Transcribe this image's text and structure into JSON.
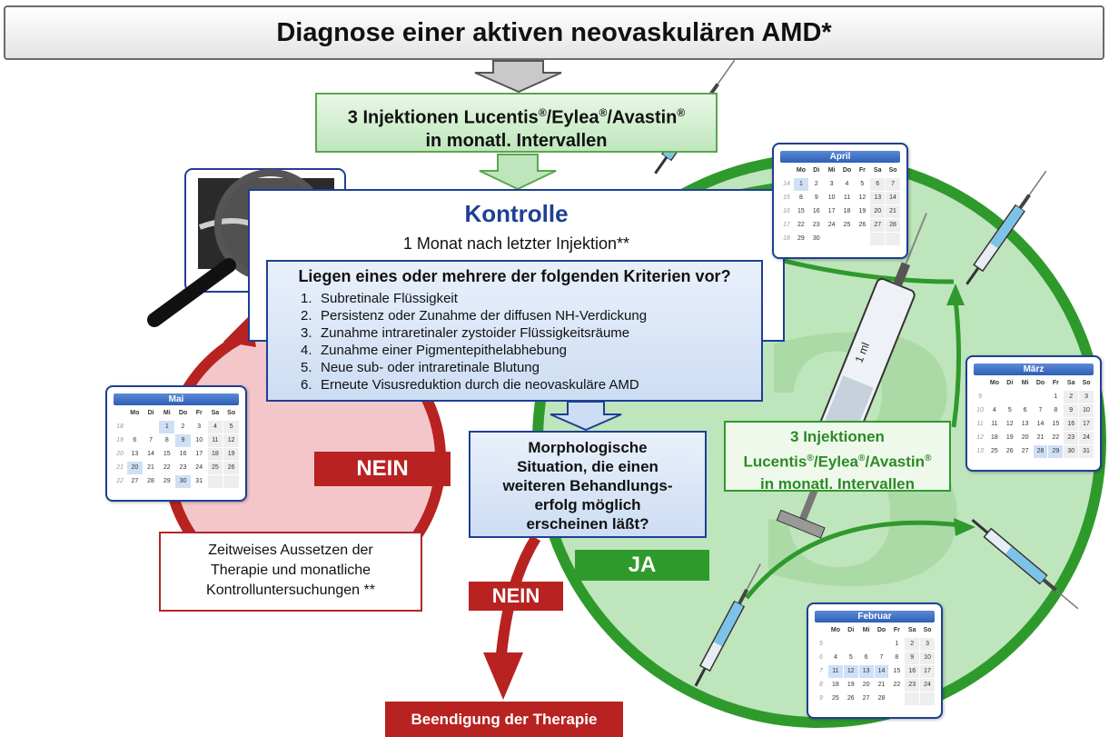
{
  "title": "Diagnose einer aktiven neovaskulären AMD*",
  "injections_top": {
    "line1_a": "3 Injektionen Lucentis",
    "line1_b": "/Eylea",
    "line1_c": "/Avastin",
    "reg": "®",
    "line2": "in monatl. Intervallen"
  },
  "kontrolle": {
    "title": "Kontrolle",
    "subtitle": "1 Monat nach letzter Injektion**"
  },
  "criteria": {
    "title": "Liegen eines oder mehrere der folgenden Kriterien vor?",
    "items": [
      {
        "num": "1.",
        "text": "Subretinale Flüssigkeit"
      },
      {
        "num": "2.",
        "text": "Persistenz oder Zunahme der diffusen NH-Verdickung"
      },
      {
        "num": "3.",
        "text": "Zunahme intraretinaler zystoider Flüssigkeitsräume"
      },
      {
        "num": "4.",
        "text": "Zunahme einer Pigmentepithelabhebung"
      },
      {
        "num": "5.",
        "text": "Neue sub- oder intraretinale Blutung"
      },
      {
        "num": "6.",
        "text": "Erneute Visusreduktion durch die neovaskuläre AMD"
      }
    ]
  },
  "morphology": {
    "lines": [
      "Morphologische",
      "Situation, die einen",
      "weiteren Behandlungs-",
      "erfolg möglich",
      "erscheinen läßt?"
    ]
  },
  "injections_right": {
    "line1": "3 Injektionen",
    "line2_a": "Lucentis",
    "line2_b": "/Eylea",
    "line2_c": "/Avastin",
    "reg": "®",
    "line3": "in monatl. Intervallen"
  },
  "pause": {
    "lines": [
      "Zeitweises Aussetzen der",
      "Therapie und monatliche",
      "Kontrolluntersuchungen **"
    ]
  },
  "end_label": "Beendigung der Therapie",
  "labels": {
    "nein_left": "NEIN",
    "nein_bottom": "NEIN",
    "ja": "JA",
    "big_number": "3",
    "syringe_mark": "1 ml"
  },
  "calendars": {
    "dayheaders": [
      "Mo",
      "Di",
      "Mi",
      "Do",
      "Fr",
      "Sa",
      "So"
    ],
    "april": {
      "month": "April",
      "rows": [
        {
          "wk": "14",
          "days": [
            "1",
            "2",
            "3",
            "4",
            "5",
            "6",
            "7"
          ]
        },
        {
          "wk": "15",
          "days": [
            "8",
            "9",
            "10",
            "11",
            "12",
            "13",
            "14"
          ]
        },
        {
          "wk": "16",
          "days": [
            "15",
            "16",
            "17",
            "18",
            "19",
            "20",
            "21"
          ]
        },
        {
          "wk": "17",
          "days": [
            "22",
            "23",
            "24",
            "25",
            "26",
            "27",
            "28"
          ]
        },
        {
          "wk": "18",
          "days": [
            "29",
            "30",
            "",
            "",
            "",
            "",
            ""
          ]
        }
      ]
    },
    "maerz": {
      "month": "März",
      "rows": [
        {
          "wk": "9",
          "days": [
            "",
            "",
            "",
            "",
            "1",
            "2",
            "3"
          ]
        },
        {
          "wk": "10",
          "days": [
            "4",
            "5",
            "6",
            "7",
            "8",
            "9",
            "10"
          ]
        },
        {
          "wk": "11",
          "days": [
            "11",
            "12",
            "13",
            "14",
            "15",
            "16",
            "17"
          ]
        },
        {
          "wk": "12",
          "days": [
            "18",
            "19",
            "20",
            "21",
            "22",
            "23",
            "24"
          ]
        },
        {
          "wk": "13",
          "days": [
            "25",
            "26",
            "27",
            "28",
            "29",
            "30",
            "31"
          ]
        }
      ]
    },
    "februar": {
      "month": "Februar",
      "rows": [
        {
          "wk": "5",
          "days": [
            "",
            "",
            "",
            "",
            "1",
            "2",
            "3"
          ]
        },
        {
          "wk": "6",
          "days": [
            "4",
            "5",
            "6",
            "7",
            "8",
            "9",
            "10"
          ]
        },
        {
          "wk": "7",
          "days": [
            "11",
            "12",
            "13",
            "14",
            "15",
            "16",
            "17"
          ]
        },
        {
          "wk": "8",
          "days": [
            "18",
            "19",
            "20",
            "21",
            "22",
            "23",
            "24"
          ]
        },
        {
          "wk": "9",
          "days": [
            "25",
            "26",
            "27",
            "28",
            "",
            "",
            ""
          ]
        }
      ]
    },
    "mai": {
      "month": "Mai",
      "rows": [
        {
          "wk": "18",
          "days": [
            "",
            "",
            "1",
            "2",
            "3",
            "4",
            "5"
          ]
        },
        {
          "wk": "19",
          "days": [
            "6",
            "7",
            "8",
            "9",
            "10",
            "11",
            "12"
          ]
        },
        {
          "wk": "20",
          "days": [
            "13",
            "14",
            "15",
            "16",
            "17",
            "18",
            "19"
          ]
        },
        {
          "wk": "21",
          "days": [
            "20",
            "21",
            "22",
            "23",
            "24",
            "25",
            "26"
          ]
        },
        {
          "wk": "22",
          "days": [
            "27",
            "28",
            "29",
            "30",
            "31",
            "",
            ""
          ]
        }
      ]
    }
  },
  "colors": {
    "green": "#2f9a2c",
    "light_green": "#bfe5bc",
    "red": "#b82221",
    "light_red": "#f2c4c6",
    "blue": "#1e3f94",
    "gray_arrow": "#bdbdbd"
  }
}
